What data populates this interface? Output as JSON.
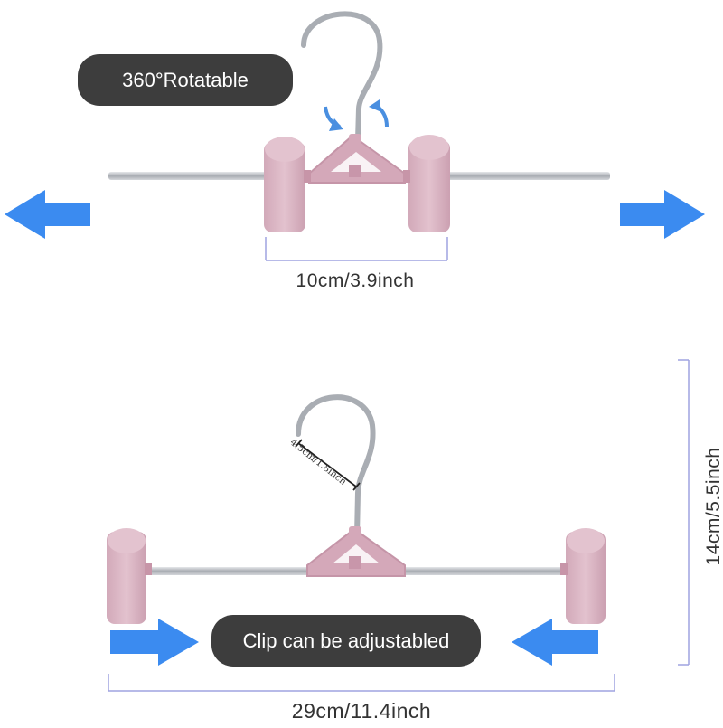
{
  "top_hanger": {
    "rotation_label": "360°Rotatable",
    "clip_gap_label": "10cm/3.9inch"
  },
  "bottom_hanger": {
    "adjust_label": "Clip can be adjustabled",
    "hook_label": "4.5cm/1.8inch",
    "width_label": "29cm/11.4inch",
    "height_label": "14cm/5.5inch"
  },
  "colors": {
    "clip_pink": "#d9b3c1",
    "clip_pink_dark": "#c795a8",
    "metal": "#b8bcc2",
    "arrow_blue": "#3b8bf0",
    "dimension_line": "#9fa3e0",
    "pill_bg": "#3d3d3d"
  },
  "icons": [
    "arrow-left-icon",
    "arrow-right-icon",
    "rotate-arrow-icon"
  ]
}
